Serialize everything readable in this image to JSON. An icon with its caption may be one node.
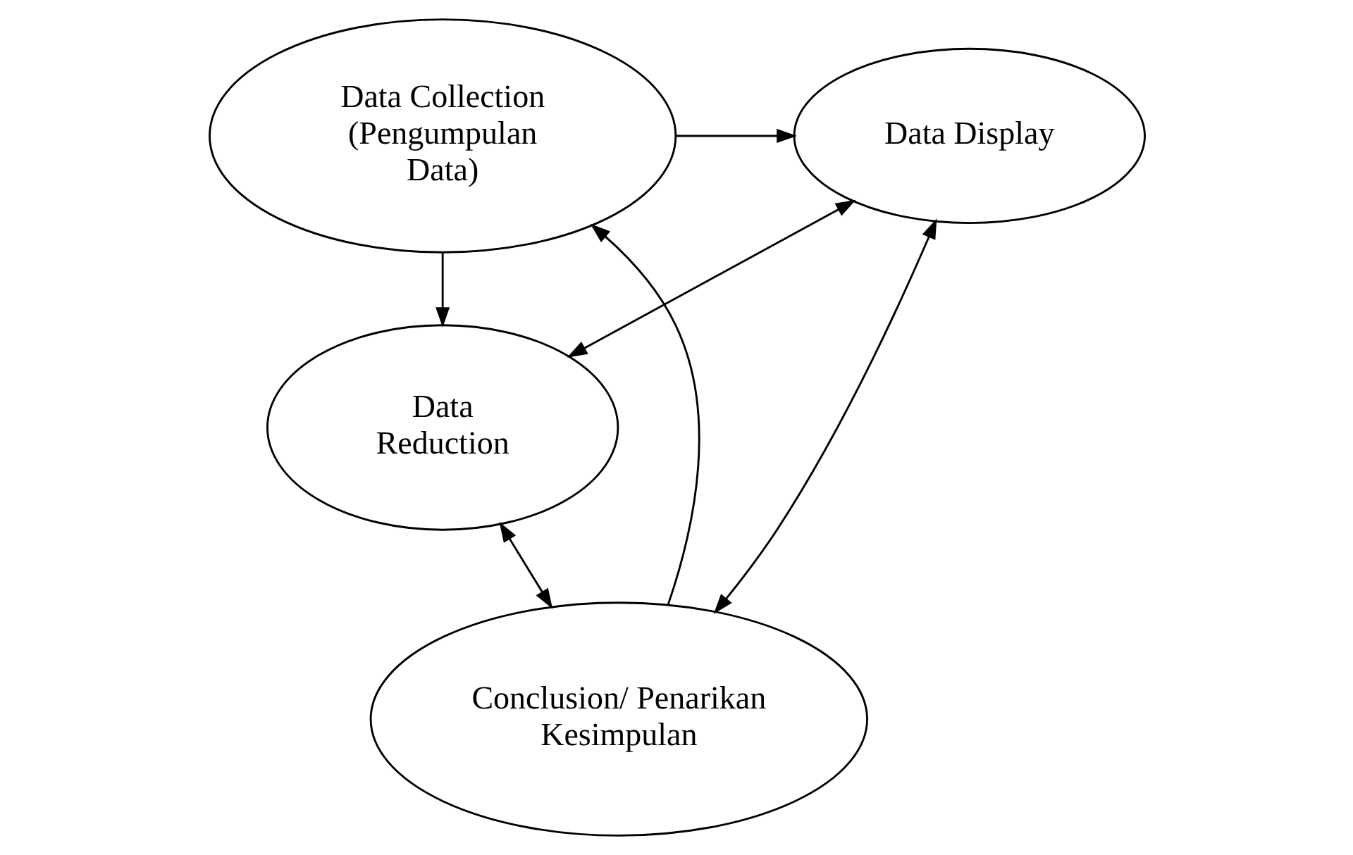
{
  "diagram": {
    "nodes": [
      {
        "text": [
          "Data Collection (Pengumpulan Data)"
        ]
      },
      {
        "text": [
          "Data Display"
        ]
      },
      {
        "text": [
          "Data Reduction"
        ]
      },
      {
        "text": [
          "Conclusion/ Penarikan Kesimpulan"
        ]
      }
    ],
    "edges": [
      {
        "from": 0,
        "to": 1,
        "arrow": "to"
      },
      {
        "from": 0,
        "to": 2,
        "arrow": "to"
      },
      {
        "from": 2,
        "to": 1,
        "arrow": "both"
      },
      {
        "from": 1,
        "to": 3,
        "arrow": "both"
      },
      {
        "from": 2,
        "to": 3,
        "arrow": "both"
      },
      {
        "from": 3,
        "to": 0,
        "arrow": "to"
      }
    ]
  }
}
